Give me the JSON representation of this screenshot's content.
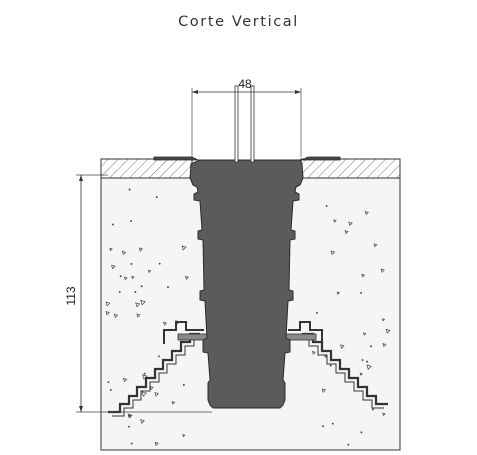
{
  "title": "Corte Vertical",
  "dimensions": {
    "top_width": "48",
    "depth": "113"
  },
  "colors": {
    "body_fill": "#5b5b5b",
    "concrete_fill": "#f4f4f4",
    "line": "#333333",
    "background": "#ffffff"
  }
}
